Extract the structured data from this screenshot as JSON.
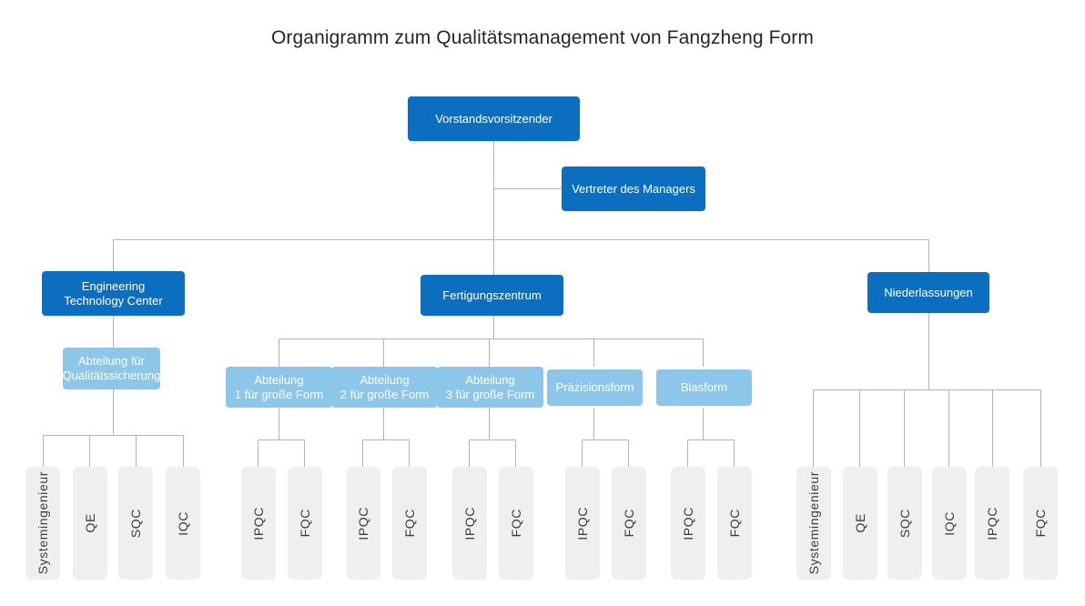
{
  "title": "Organigramm zum Qualitätsmanagement von Fangzheng Form",
  "colors": {
    "primary_box": "#0c6ebf",
    "secondary_box": "#8cc6e8",
    "leaf_box": "#efefef",
    "connector_line": "#b4b4b4",
    "title_text": "#262626",
    "leaf_text": "#3d3d3d",
    "box_text": "#ffffff",
    "background": "#ffffff"
  },
  "chart_data": {
    "type": "diagram",
    "diagram_type": "organization-chart",
    "title": "Organigramm zum Qualitätsmanagement von Fangzheng Form",
    "levels": 5,
    "nodes": {
      "ceo": {
        "label": "Vorstandsvorsitzender",
        "level": 1,
        "style": "primary"
      },
      "manager_rep": {
        "label": "Vertreter des Managers",
        "level": 2,
        "style": "primary"
      },
      "eng_center": {
        "label": "Engineering\nTechnology Center",
        "level": 3,
        "style": "primary"
      },
      "manufacturing": {
        "label": "Fertigungszentrum",
        "level": 3,
        "style": "primary"
      },
      "branches": {
        "label": "Niederlassungen",
        "level": 3,
        "style": "primary"
      },
      "qa_dept": {
        "label": "Abteilung für\nQualitätssicherung",
        "level": 4,
        "style": "secondary"
      },
      "dept1": {
        "label": "Abteilung\n1 für große Form",
        "level": 4,
        "style": "secondary"
      },
      "dept2": {
        "label": "Abteilung\n2 für große Form",
        "level": 4,
        "style": "secondary"
      },
      "dept3": {
        "label": "Abteilung\n3 für große Form",
        "level": 4,
        "style": "secondary"
      },
      "precision": {
        "label": "Präzisionsform",
        "level": 4,
        "style": "secondary"
      },
      "blow": {
        "label": "Blasform",
        "level": 4,
        "style": "secondary"
      }
    },
    "leaf_groups": [
      {
        "group": "qa-dept-leaves",
        "parent": "qa_dept",
        "items": [
          "Systemingenieur",
          "QE",
          "SQC",
          "IQC"
        ]
      },
      {
        "group": "dept1-leaves",
        "parent": "dept1",
        "items": [
          "IPQC",
          "FQC"
        ]
      },
      {
        "group": "dept2-leaves",
        "parent": "dept2",
        "items": [
          "IPQC",
          "FQC"
        ]
      },
      {
        "group": "dept3-leaves",
        "parent": "dept3",
        "items": [
          "IPQC",
          "FQC"
        ]
      },
      {
        "group": "precision-leaves",
        "parent": "precision",
        "items": [
          "IPQC",
          "FQC"
        ]
      },
      {
        "group": "blow-leaves",
        "parent": "blow",
        "items": [
          "IPQC",
          "FQC"
        ]
      },
      {
        "group": "branches-leaves",
        "parent": "branches",
        "items": [
          "Systemingenieur",
          "QE",
          "SQC",
          "IQC",
          "IPQC",
          "FQC"
        ]
      }
    ],
    "edges": [
      {
        "from": "ceo",
        "to": "manager_rep"
      },
      {
        "from": "ceo",
        "to": "eng_center"
      },
      {
        "from": "ceo",
        "to": "manufacturing"
      },
      {
        "from": "ceo",
        "to": "branches"
      },
      {
        "from": "eng_center",
        "to": "qa_dept"
      },
      {
        "from": "manufacturing",
        "to": "dept1"
      },
      {
        "from": "manufacturing",
        "to": "dept2"
      },
      {
        "from": "manufacturing",
        "to": "dept3"
      },
      {
        "from": "manufacturing",
        "to": "precision"
      },
      {
        "from": "manufacturing",
        "to": "blow"
      }
    ]
  },
  "leaves": {
    "qa": [
      "Systemingenieur",
      "QE",
      "SQC",
      "IQC"
    ],
    "dept1": [
      "IPQC",
      "FQC"
    ],
    "dept2": [
      "IPQC",
      "FQC"
    ],
    "dept3": [
      "IPQC",
      "FQC"
    ],
    "precision": [
      "IPQC",
      "FQC"
    ],
    "blow": [
      "IPQC",
      "FQC"
    ],
    "branches": [
      "Systemingenieur",
      "QE",
      "SQC",
      "IQC",
      "IPQC",
      "FQC"
    ]
  }
}
